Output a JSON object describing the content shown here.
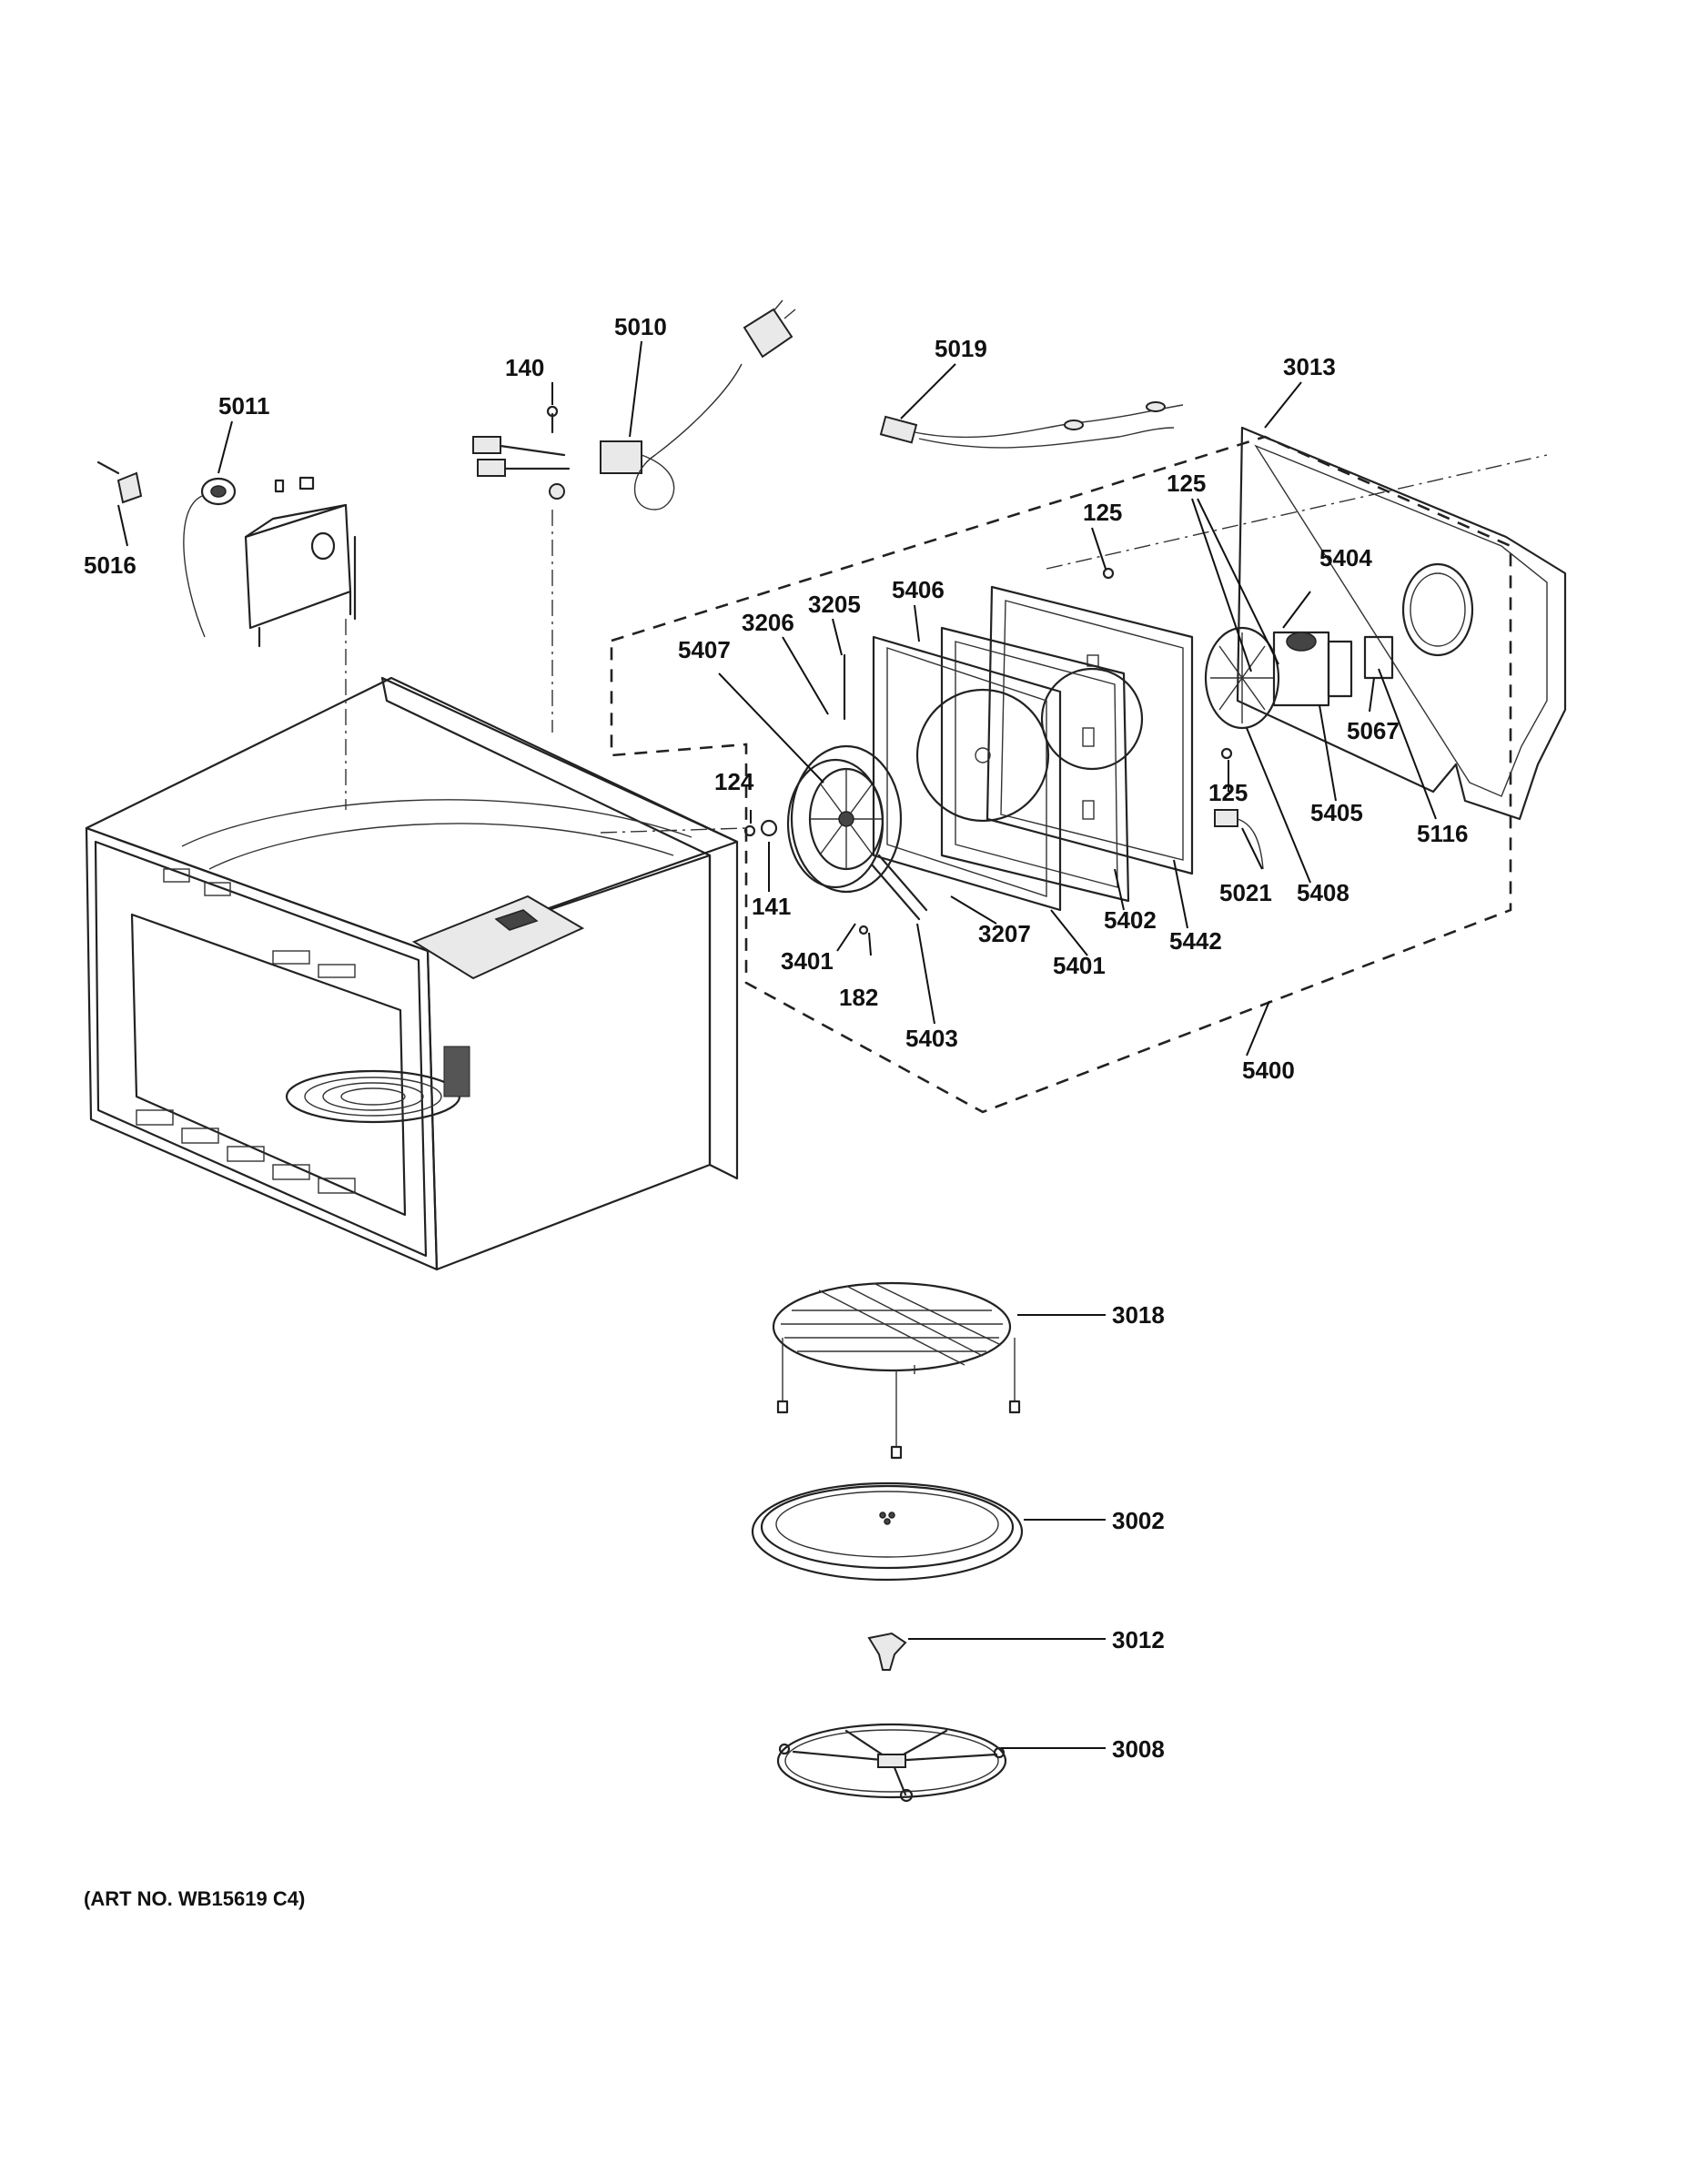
{
  "art_number": "(ART NO. WB15619 C4)",
  "callouts": [
    {
      "id": "c-5011",
      "text": "5011"
    },
    {
      "id": "c-5016",
      "text": "5016"
    },
    {
      "id": "c-140",
      "text": "140"
    },
    {
      "id": "c-5010",
      "text": "5010"
    },
    {
      "id": "c-5019",
      "text": "5019"
    },
    {
      "id": "c-3013",
      "text": "3013"
    },
    {
      "id": "c-125a",
      "text": "125"
    },
    {
      "id": "c-125b",
      "text": "125"
    },
    {
      "id": "c-125c",
      "text": "125"
    },
    {
      "id": "c-5404",
      "text": "5404"
    },
    {
      "id": "c-5406",
      "text": "5406"
    },
    {
      "id": "c-3205",
      "text": "3205"
    },
    {
      "id": "c-3206",
      "text": "3206"
    },
    {
      "id": "c-5407",
      "text": "5407"
    },
    {
      "id": "c-5067",
      "text": "5067"
    },
    {
      "id": "c-5405",
      "text": "5405"
    },
    {
      "id": "c-5116",
      "text": "5116"
    },
    {
      "id": "c-124",
      "text": "124"
    },
    {
      "id": "c-141",
      "text": "141"
    },
    {
      "id": "c-3401",
      "text": "3401"
    },
    {
      "id": "c-182",
      "text": "182"
    },
    {
      "id": "c-3207",
      "text": "3207"
    },
    {
      "id": "c-5401",
      "text": "5401"
    },
    {
      "id": "c-5402",
      "text": "5402"
    },
    {
      "id": "c-5442",
      "text": "5442"
    },
    {
      "id": "c-5021",
      "text": "5021"
    },
    {
      "id": "c-5408",
      "text": "5408"
    },
    {
      "id": "c-5403",
      "text": "5403"
    },
    {
      "id": "c-5400",
      "text": "5400"
    },
    {
      "id": "c-3018",
      "text": "3018"
    },
    {
      "id": "c-3002",
      "text": "3002"
    },
    {
      "id": "c-3012",
      "text": "3012"
    },
    {
      "id": "c-3008",
      "text": "3008"
    }
  ]
}
